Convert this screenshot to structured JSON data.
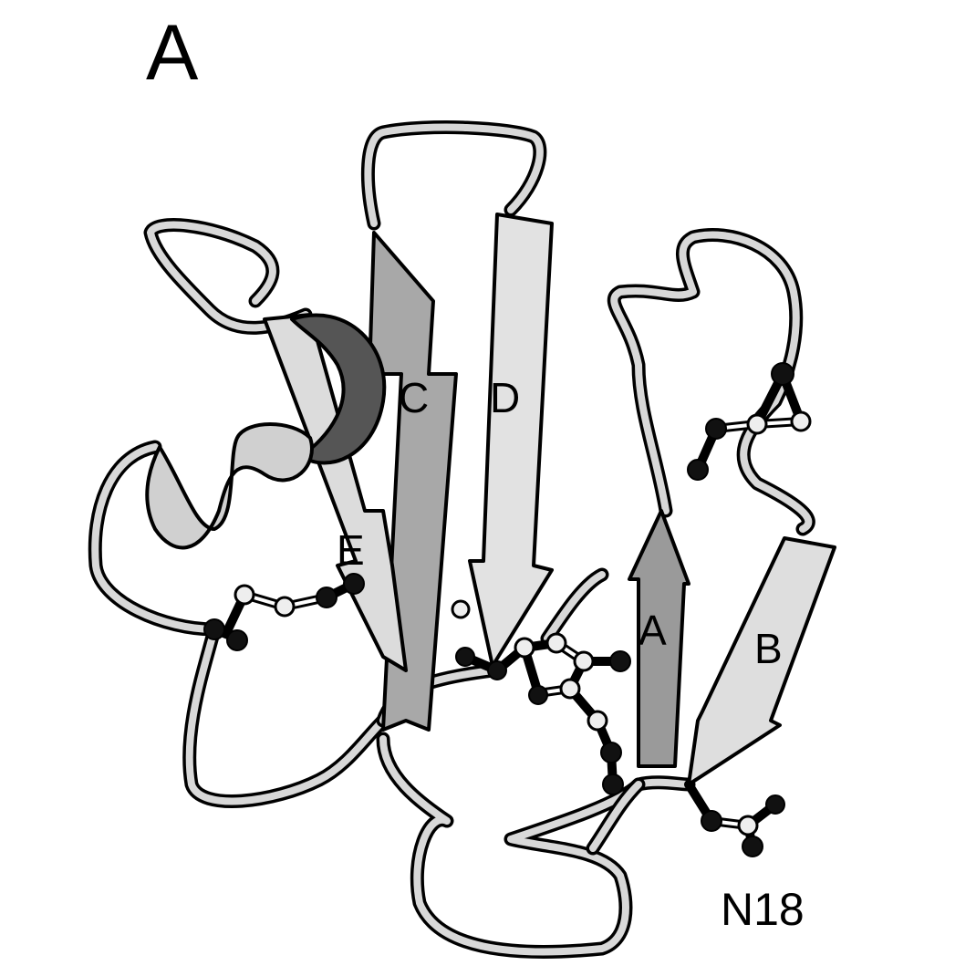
{
  "panel_label": "A",
  "strands": {
    "C": "C",
    "D": "D",
    "E": "E",
    "A": "A",
    "B": "B"
  },
  "residue_label": "N18",
  "colors": {
    "loop": "#d8d8d8",
    "strand_light": "#e2e2e2",
    "strand_dark": "#9a9a9a",
    "helix_dark": "#555555",
    "outline": "#000000"
  }
}
